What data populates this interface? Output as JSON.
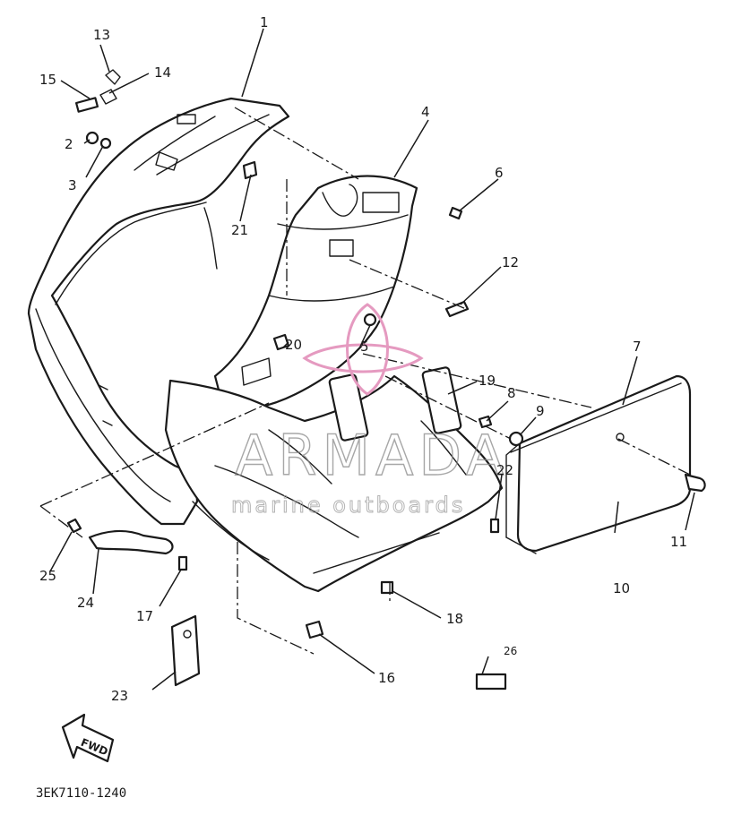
{
  "diagram": {
    "callouts": [
      {
        "id": "1",
        "label": "1"
      },
      {
        "id": "2",
        "label": "2"
      },
      {
        "id": "3",
        "label": "3"
      },
      {
        "id": "4",
        "label": "4"
      },
      {
        "id": "5",
        "label": "5"
      },
      {
        "id": "6",
        "label": "6"
      },
      {
        "id": "7",
        "label": "7"
      },
      {
        "id": "8",
        "label": "8"
      },
      {
        "id": "9",
        "label": "9"
      },
      {
        "id": "10",
        "label": "10"
      },
      {
        "id": "11",
        "label": "11"
      },
      {
        "id": "12",
        "label": "12"
      },
      {
        "id": "13",
        "label": "13"
      },
      {
        "id": "14",
        "label": "14"
      },
      {
        "id": "15",
        "label": "15"
      },
      {
        "id": "16",
        "label": "16"
      },
      {
        "id": "17",
        "label": "17"
      },
      {
        "id": "18",
        "label": "18"
      },
      {
        "id": "19",
        "label": "19"
      },
      {
        "id": "20",
        "label": "20"
      },
      {
        "id": "21",
        "label": "21"
      },
      {
        "id": "22",
        "label": "22"
      },
      {
        "id": "23",
        "label": "23"
      },
      {
        "id": "24",
        "label": "24"
      },
      {
        "id": "25",
        "label": "25"
      },
      {
        "id": "26",
        "label": "26"
      }
    ],
    "direction_arrow": "FWD",
    "drawing_code": "3EK7110-1240"
  },
  "watermark": {
    "brand": "ARMADA",
    "tagline": "marine outboards",
    "logo_color": "#e59ac0"
  }
}
